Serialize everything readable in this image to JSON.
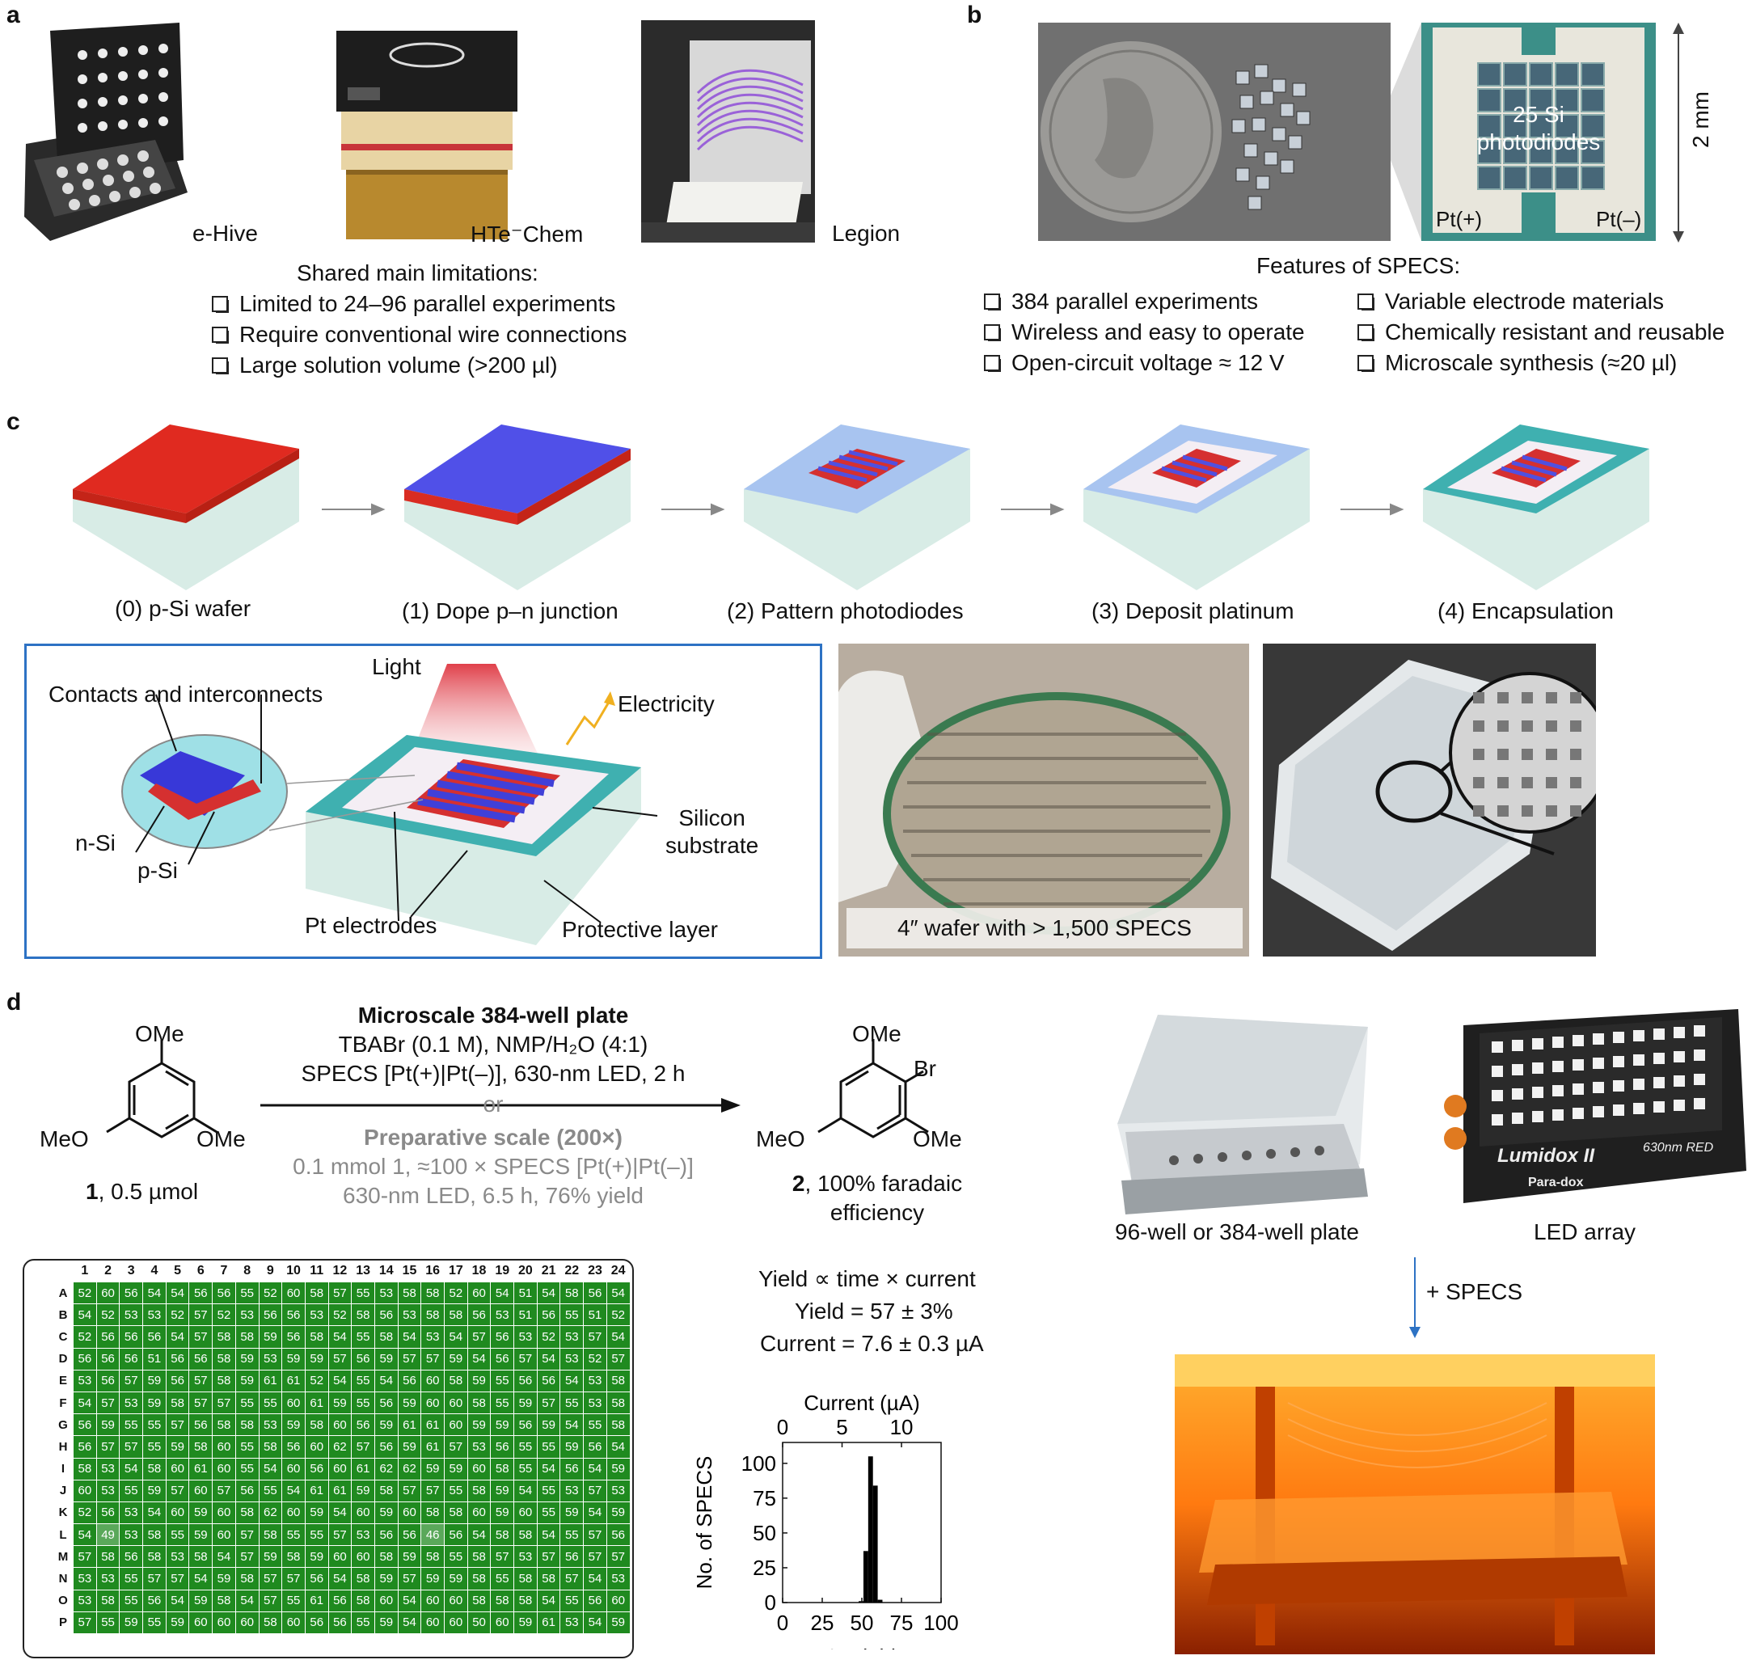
{
  "panel_labels": {
    "a": "a",
    "b": "b",
    "c": "c",
    "d": "d"
  },
  "panel_a": {
    "devices": [
      "e-Hive",
      "HTe⁻Chem",
      "Legion"
    ],
    "limitations_title": "Shared main limitations:",
    "limitations": [
      "Limited to 24–96 parallel experiments",
      "Require conventional wire connections",
      "Large solution volume (>200 µl)"
    ]
  },
  "panel_b": {
    "chip_label": "25 Si photodiodes",
    "chip_label_1": "25 Si",
    "chip_label_2": "photodiodes",
    "pt_plus": "Pt(+)",
    "pt_minus": "Pt(–)",
    "scale": "2 mm",
    "features_title": "Features of SPECS:",
    "features_left": [
      "384 parallel experiments",
      "Wireless and easy to operate",
      "Open-circuit voltage ≈ 12 V"
    ],
    "features_right": [
      "Variable electrode materials",
      "Chemically resistant and reusable",
      "Microscale synthesis (≈20 µl)"
    ]
  },
  "panel_c": {
    "steps": [
      "(0)  p-Si wafer",
      "(1) Dope p–n junction",
      "(2) Pattern photodiodes",
      "(3) Deposit platinum",
      "(4) Encapsulation"
    ],
    "schematic": {
      "contacts": "Contacts and interconnects",
      "light": "Light",
      "electricity": "Electricity",
      "nsi": "n-Si",
      "psi": "p-Si",
      "silicon1": "Silicon",
      "silicon2": "substrate",
      "pt_electrodes": "Pt electrodes",
      "protective": "Protective layer"
    },
    "wafer_caption": "4″ wafer with > 1,500 SPECS"
  },
  "panel_d": {
    "conditions_title": "Microscale 384-well plate",
    "conditions_line1": "TBABr (0.1 M), NMP/H₂O (4:1)",
    "conditions_line2": "SPECS [Pt(+)|Pt(–)], 630-nm LED, 2 h",
    "or": "or",
    "prep_title": "Preparative scale (200×)",
    "prep_line1": "0.1 mmol 1, ≈100 × SPECS [Pt(+)|Pt(–)]",
    "prep_line2": "630-nm LED, 6.5 h, 76% yield",
    "sm_label": "1, 0.5 µmol",
    "sm_num": "1",
    "sm_rest": ", 0.5 µmol",
    "product_num": "2",
    "product_label1": ",  100% faradaic",
    "product_label2": "efficiency",
    "ome": "OMe",
    "meo": "MeO",
    "br": "Br",
    "plate_caption": "96-well or 384-well plate",
    "led_caption": "LED array",
    "plus_specs": "+ SPECS",
    "led_brand": "Lumidox II",
    "led_spec": "630nm RED",
    "led_sub": "Para-dox",
    "stat1": "Yield ∝ time × current",
    "stat2": "Yield = 57 ± 3%",
    "stat3": "Current = 7.6 ± 0.3 µA"
  },
  "heatmap": {
    "columns": [
      "1",
      "2",
      "3",
      "4",
      "5",
      "6",
      "7",
      "8",
      "9",
      "10",
      "11",
      "12",
      "13",
      "14",
      "15",
      "16",
      "17",
      "18",
      "19",
      "20",
      "21",
      "22",
      "23",
      "24"
    ],
    "rows": [
      {
        "label": "A",
        "values": [
          52,
          60,
          56,
          54,
          54,
          56,
          56,
          55,
          52,
          60,
          58,
          57,
          55,
          53,
          58,
          58,
          52,
          60,
          54,
          51,
          54,
          58,
          56,
          54
        ]
      },
      {
        "label": "B",
        "values": [
          54,
          52,
          53,
          53,
          52,
          57,
          52,
          53,
          56,
          56,
          53,
          52,
          58,
          56,
          53,
          58,
          58,
          56,
          53,
          51,
          56,
          55,
          51,
          52
        ]
      },
      {
        "label": "C",
        "values": [
          52,
          56,
          56,
          56,
          54,
          57,
          58,
          58,
          59,
          56,
          58,
          54,
          55,
          58,
          54,
          53,
          54,
          57,
          56,
          53,
          52,
          53,
          57,
          54
        ]
      },
      {
        "label": "D",
        "values": [
          56,
          56,
          56,
          51,
          56,
          56,
          58,
          59,
          53,
          59,
          59,
          57,
          56,
          59,
          57,
          57,
          59,
          54,
          56,
          57,
          54,
          53,
          52,
          57
        ]
      },
      {
        "label": "E",
        "values": [
          53,
          56,
          57,
          59,
          56,
          57,
          58,
          59,
          61,
          61,
          52,
          54,
          55,
          54,
          56,
          60,
          58,
          59,
          55,
          56,
          56,
          54,
          53,
          58
        ]
      },
      {
        "label": "F",
        "values": [
          54,
          57,
          53,
          59,
          58,
          57,
          57,
          55,
          55,
          60,
          61,
          59,
          55,
          56,
          59,
          60,
          60,
          58,
          55,
          59,
          57,
          55,
          53,
          58
        ]
      },
      {
        "label": "G",
        "values": [
          56,
          59,
          55,
          55,
          57,
          56,
          58,
          58,
          53,
          59,
          58,
          60,
          56,
          59,
          61,
          61,
          60,
          59,
          59,
          56,
          59,
          54,
          55,
          58
        ]
      },
      {
        "label": "H",
        "values": [
          56,
          57,
          57,
          55,
          59,
          58,
          60,
          55,
          58,
          56,
          60,
          62,
          57,
          56,
          59,
          61,
          57,
          53,
          56,
          55,
          55,
          59,
          56,
          54
        ]
      },
      {
        "label": "I",
        "values": [
          58,
          53,
          54,
          58,
          60,
          61,
          60,
          55,
          54,
          60,
          56,
          60,
          61,
          62,
          62,
          59,
          59,
          60,
          58,
          55,
          54,
          56,
          54,
          59
        ]
      },
      {
        "label": "J",
        "values": [
          60,
          53,
          55,
          59,
          57,
          60,
          57,
          56,
          55,
          54,
          61,
          61,
          59,
          58,
          57,
          57,
          55,
          58,
          59,
          54,
          55,
          53,
          57,
          53
        ]
      },
      {
        "label": "K",
        "values": [
          52,
          56,
          53,
          54,
          60,
          59,
          60,
          58,
          62,
          60,
          59,
          54,
          60,
          59,
          60,
          58,
          58,
          60,
          59,
          60,
          55,
          59,
          54,
          59
        ]
      },
      {
        "label": "L",
        "values": [
          54,
          49,
          53,
          58,
          55,
          59,
          60,
          57,
          58,
          55,
          55,
          57,
          53,
          56,
          56,
          46,
          56,
          54,
          58,
          58,
          54,
          55,
          57,
          56
        ]
      },
      {
        "label": "M",
        "values": [
          57,
          58,
          56,
          58,
          53,
          58,
          54,
          57,
          59,
          58,
          59,
          60,
          60,
          58,
          59,
          58,
          55,
          58,
          57,
          53,
          57,
          56,
          57,
          57
        ]
      },
      {
        "label": "N",
        "values": [
          53,
          53,
          55,
          57,
          57,
          54,
          59,
          58,
          57,
          57,
          56,
          54,
          58,
          59,
          57,
          59,
          59,
          58,
          55,
          58,
          58,
          57,
          54,
          53
        ]
      },
      {
        "label": "O",
        "values": [
          53,
          58,
          55,
          56,
          54,
          59,
          58,
          54,
          57,
          55,
          61,
          56,
          58,
          60,
          54,
          60,
          60,
          58,
          58,
          58,
          54,
          55,
          56,
          60
        ]
      },
      {
        "label": "P",
        "values": [
          57,
          55,
          59,
          55,
          59,
          60,
          60,
          60,
          58,
          60,
          56,
          56,
          55,
          59,
          54,
          60,
          60,
          50,
          60,
          59,
          61,
          53,
          54,
          59
        ]
      }
    ]
  },
  "chart_data": {
    "type": "bar",
    "xlabel": "% yield",
    "ylabel": "No. of SPECS",
    "top_axis_label": "Current (µA)",
    "top_ticks": [
      "0",
      "5",
      "10"
    ],
    "x_ticks": [
      "0",
      "25",
      "50",
      "75",
      "100"
    ],
    "y_ticks": [
      "0",
      "25",
      "50",
      "75",
      "100"
    ],
    "xlim": [
      0,
      100
    ],
    "ylim": [
      0,
      115
    ],
    "bin_width": 3,
    "categories": [
      "48-51",
      "51-54",
      "54-57",
      "57-60",
      "60-63",
      "63-66"
    ],
    "bins_start": [
      48,
      51,
      54,
      57,
      60,
      63
    ],
    "values": [
      1,
      37,
      105,
      84,
      2,
      0
    ]
  }
}
